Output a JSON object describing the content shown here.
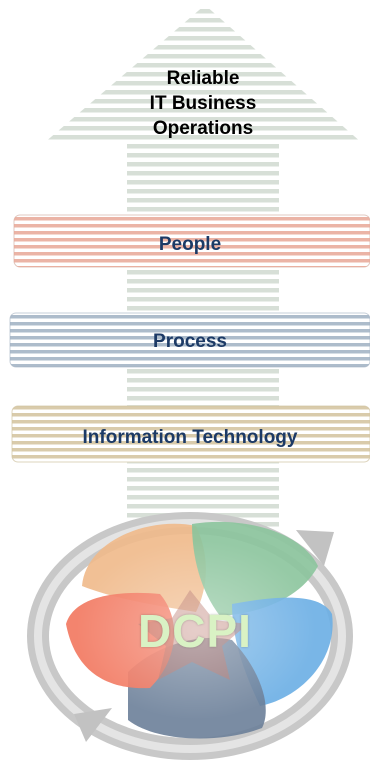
{
  "goal": {
    "lines": [
      "Reliable",
      "IT Business",
      "Operations"
    ]
  },
  "layers": [
    {
      "label": "People",
      "color": "#e8a796"
    },
    {
      "label": "Process",
      "color": "#9fb0c2"
    },
    {
      "label": "Information Technology",
      "color": "#d2c29c"
    }
  ],
  "core": {
    "label": "DCPI",
    "petal_colors": [
      "#efb98a",
      "#8bc49c",
      "#6aaee4",
      "#6c7f99",
      "#f27a62"
    ],
    "ring_color": "#c8c8c8"
  },
  "colors": {
    "arrow_stripe": "#d7dfd7",
    "label_text": "#1c3a66"
  }
}
